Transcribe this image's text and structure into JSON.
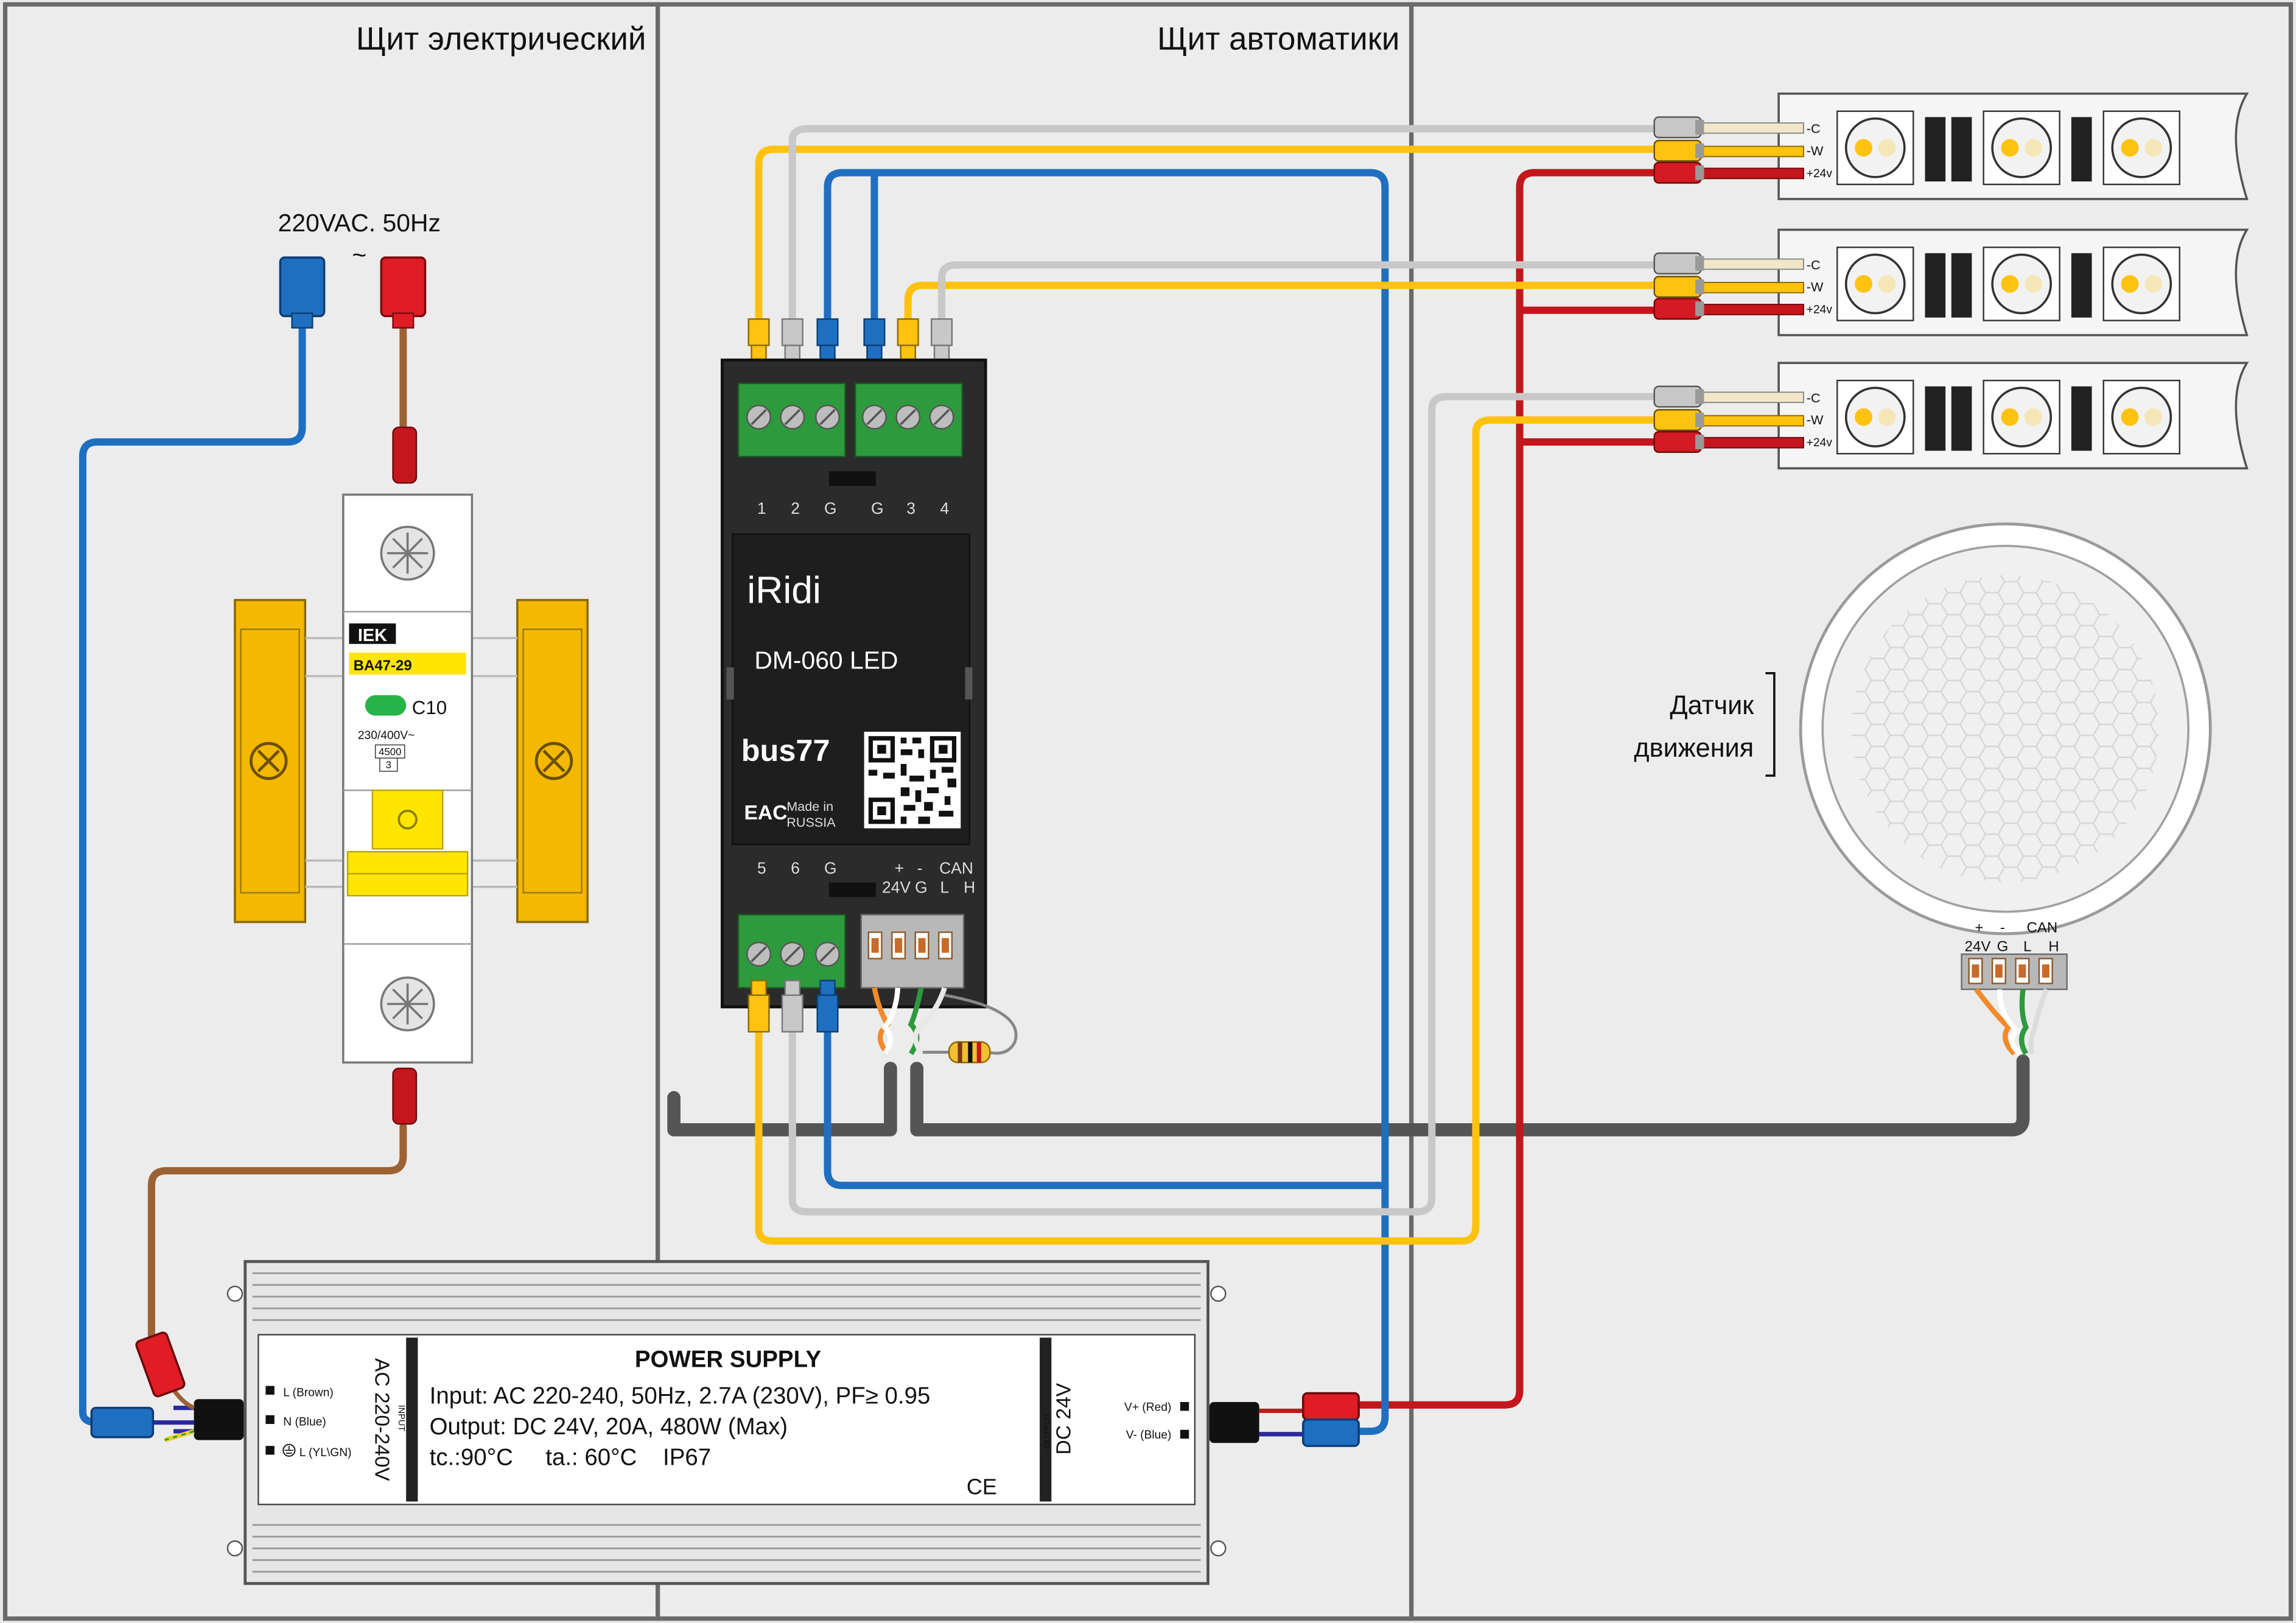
{
  "panels": {
    "electrical": "Щит электрический",
    "automation": "Щит автоматики"
  },
  "mains": {
    "label": "220VAC. 50Hz",
    "tilde": "~"
  },
  "breaker": {
    "brand": "IEK",
    "model": "BA47-29",
    "rating": "C10",
    "voltage": "230/400V~",
    "capacity": "4500",
    "class": "3"
  },
  "controller": {
    "brand": "iRidi",
    "model": "DM-060 LED",
    "logo": "bus77",
    "eac": "EAC",
    "made_in_1": "Made in",
    "made_in_2": "RUSSIA",
    "top_terminals": [
      "1",
      "2",
      "G",
      "G",
      "3",
      "4"
    ],
    "bottom_terminals": [
      "5",
      "6",
      "G"
    ],
    "power_plus": "+",
    "power_minus": "-",
    "power_24v": "24V",
    "power_g": "G",
    "can": "CAN",
    "can_l": "L",
    "can_h": "H"
  },
  "led_strip": {
    "c": "-C",
    "w": "-W",
    "v": "+24v"
  },
  "sensor": {
    "label_1": "Датчик",
    "label_2": "движения",
    "plus": "+",
    "minus": "-",
    "v24": "24V",
    "g": "G",
    "can": "CAN",
    "l": "L",
    "h": "H"
  },
  "power_supply": {
    "title": "POWER SUPPLY",
    "input": "Input: AC 220-240, 50Hz, 2.7A (230V), PF≥ 0.95",
    "output": "Output: DC 24V, 20A, 480W (Max)",
    "temps": "tc.:90°C     ta.: 60°C    IP67",
    "ce": "CE",
    "ac_label": "AC 220-240V",
    "input_small": "INPUT",
    "dc_label": "DC 24V",
    "output_small": "OUTPUT",
    "in_l": "L (Brown)",
    "in_n": "N (Blue)",
    "in_e": "L (YL\\GN)",
    "out_vp": "V+ (Red)",
    "out_vm": "V-  (Blue)"
  },
  "colors": {
    "blue": "#1f6fc0",
    "red": "#c4161c",
    "yellow": "#ffc20e",
    "grey_wire": "#c8c8c8",
    "brown": "#9b6235",
    "can_cable": "#555555",
    "controller_body": "#2b2b2b",
    "terminal_green": "#2d9a3d"
  }
}
